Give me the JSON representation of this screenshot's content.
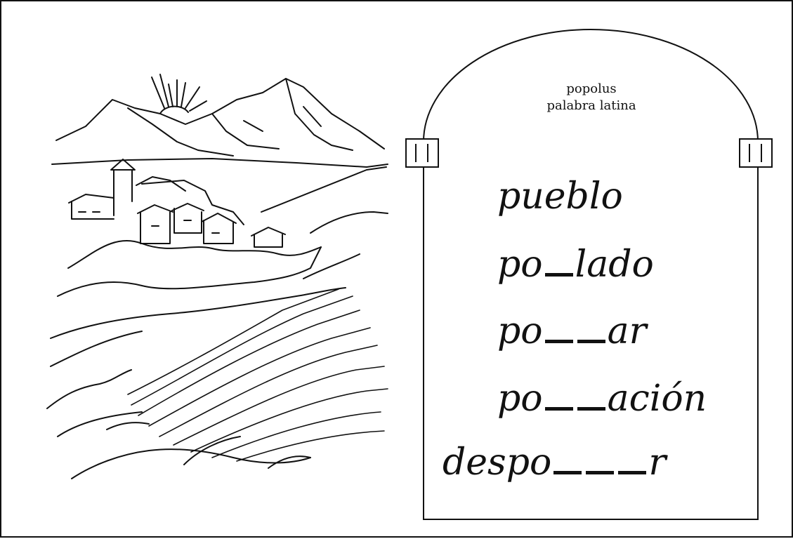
{
  "latin_origin": {
    "word": "popolus",
    "note": "palabra latina"
  },
  "words": [
    {
      "prefix": "pueblo",
      "blanks": 0,
      "suffix": ""
    },
    {
      "prefix": "po",
      "blanks": 1,
      "suffix": "lado"
    },
    {
      "prefix": "po",
      "blanks": 2,
      "suffix": "ar"
    },
    {
      "prefix": "po",
      "blanks": 2,
      "suffix": "ación"
    },
    {
      "prefix": "despo",
      "blanks": 3,
      "suffix": "r"
    }
  ],
  "illustration": {
    "subject": "village-landscape",
    "icon": "landscape-drawing"
  }
}
